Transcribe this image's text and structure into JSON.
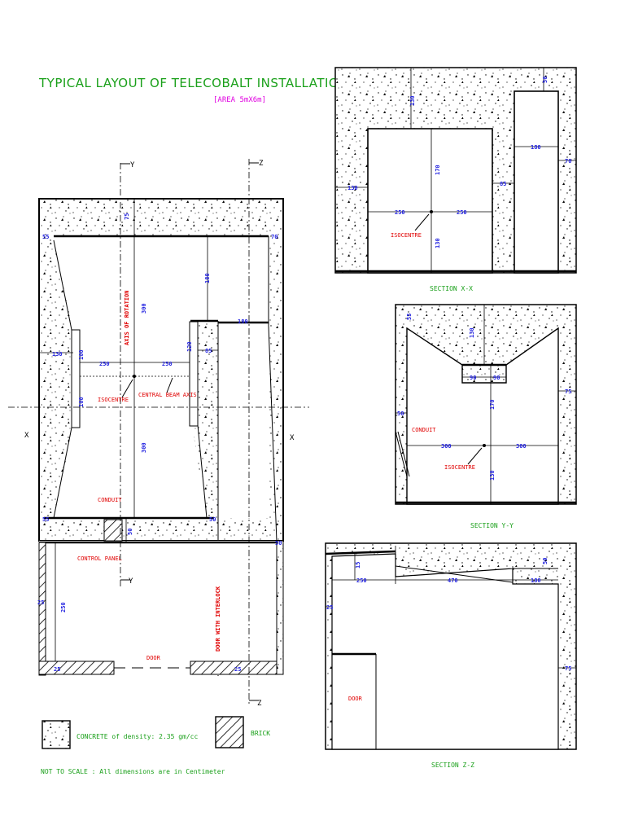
{
  "title": "TYPICAL LAYOUT OF TELECOBALT INSTALLATION",
  "subtitle": "[AREA 5mX6m]",
  "plan": {
    "axis_y_top": "Y",
    "axis_y_bottom": "Y",
    "axis_z_top": "Z",
    "axis_z_bottom": "Z",
    "axis_x_left": "X",
    "axis_x_right": "X",
    "dims": {
      "top_wall": "75",
      "corner_left": "55",
      "corner_right": "70",
      "left_wall": "130",
      "bay_top": "100",
      "bay_bottom": "100",
      "half_left": "250",
      "half_right": "250",
      "upper": "300",
      "lower": "300",
      "right_col": "180",
      "step": "120",
      "side": "85",
      "maze_w": "180",
      "bottom_left": "55",
      "bottom_right": "50",
      "bottom_mid": "50",
      "maze_right": "50",
      "ctrl_wall": "25",
      "ctrl_h": "250",
      "door_left": "25",
      "door_right": "25"
    },
    "labels": {
      "axis_rotation": "AXIS OF ROTATION",
      "isocentre": "ISOCENTRE",
      "central_beam_axis": "CENTRAL BEAM AXIS",
      "conduit": "CONDUIT",
      "control_panel": "CONTROL PANEL",
      "door": "DOOR",
      "door_interlock": "DOOR WITH INTERLOCK"
    }
  },
  "section_xx": {
    "caption": "SECTION X-X",
    "dims": {
      "roof": "130",
      "roof_right": "50",
      "left_wall": "130",
      "height": "170",
      "half_left": "250",
      "half_right": "250",
      "floor": "130",
      "step": "85",
      "maze": "180",
      "right": "70"
    },
    "isocentre": "ISOCENTRE"
  },
  "section_yy": {
    "caption": "SECTION Y-Y",
    "dims": {
      "corner": "55",
      "roof": "130",
      "inner_l": "90",
      "inner_r": "90",
      "height": "170",
      "left": "50",
      "right": "75",
      "half_left": "300",
      "half_right": "300",
      "floor": "130"
    },
    "conduit": "CONDUIT",
    "isocentre": "ISOCENTRE"
  },
  "section_zz": {
    "caption": "SECTION Z-Z",
    "dims": {
      "roof": "15",
      "roof_step": "50",
      "w1": "250",
      "w2": "470",
      "w3": "180",
      "left": "25",
      "right": "75"
    },
    "door": "DOOR"
  },
  "legend": {
    "concrete": "CONCRETE of density: 2.35 gm/cc",
    "brick": "BRICK"
  },
  "note": "NOT TO SCALE : All dimensions are in Centimeter"
}
